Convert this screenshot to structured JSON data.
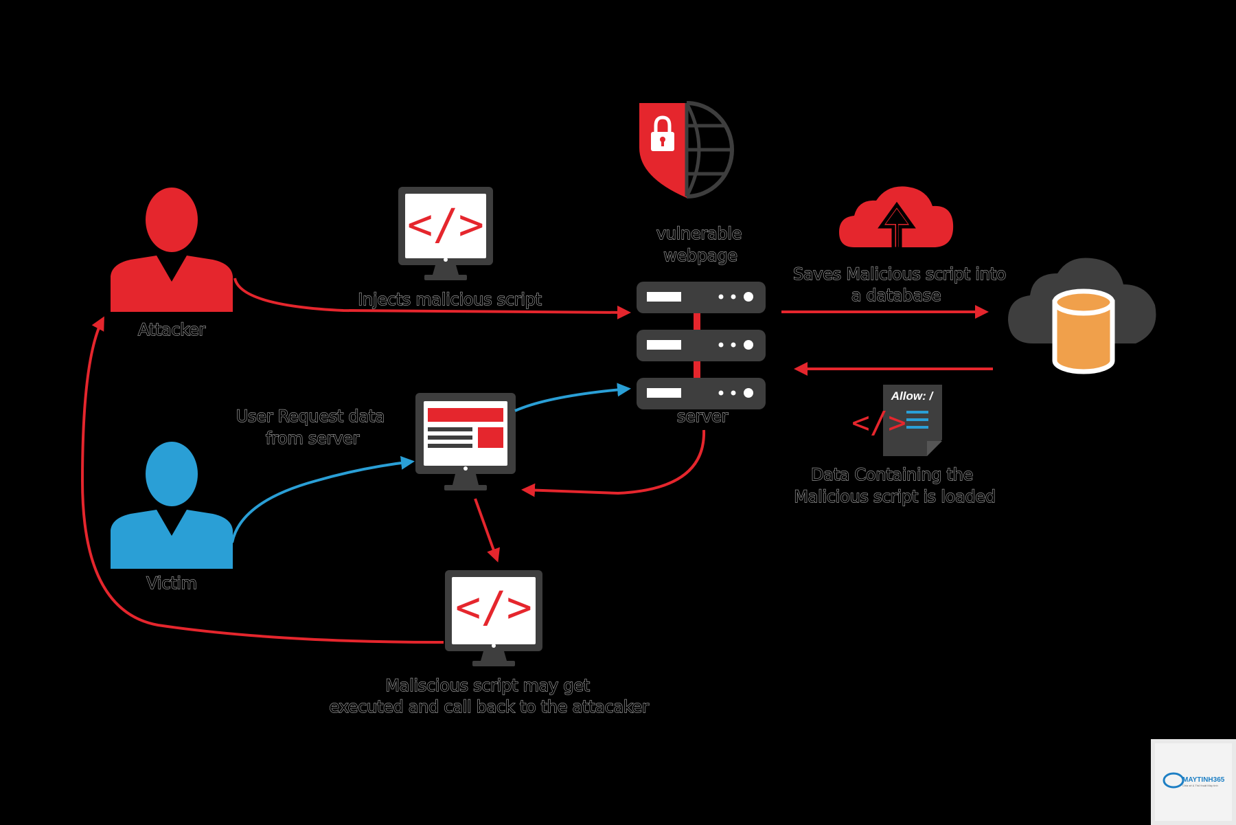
{
  "colors": {
    "red": "#e5262d",
    "blue": "#2a9fd6",
    "dark_gray": "#3e3e3e",
    "orange": "#f0a04b",
    "background": "#000000"
  },
  "actors": {
    "attacker": "Attacker",
    "victim": "Victim"
  },
  "nodes": {
    "vulnerable_webpage_line1": "vulnerable",
    "vulnerable_webpage_line2": "webpage",
    "server": "server",
    "code_symbol": "</>",
    "allow_tag": "Allow: /"
  },
  "steps": {
    "inject": "Injects malicious script",
    "save_line1": "Saves Malicious script into",
    "save_line2": "a database",
    "loaded_line1": "Data Containing the",
    "loaded_line2": "Malicious script is loaded",
    "request_line1": "User Request data",
    "request_line2": "from server",
    "execute_line1": "Maliscious script may get",
    "execute_line2": "executed and call back to the attacaker"
  },
  "watermark": {
    "brand": "MAYTINH365",
    "tagline": "Chia sẻ & Thủ thuật Máy tính"
  },
  "icons": [
    "attacker-person-icon",
    "victim-person-icon",
    "code-monitor-icon",
    "webpage-monitor-icon",
    "security-globe-icon",
    "cloud-upload-icon",
    "cloud-database-icon",
    "code-document-icon",
    "server-rack-icon"
  ]
}
